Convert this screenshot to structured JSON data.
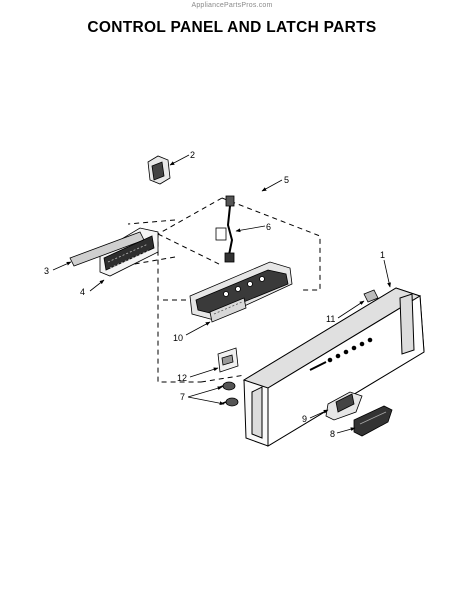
{
  "watermark": "AppliancePartsPros.com",
  "title": "CONTROL PANEL AND LATCH PARTS",
  "callouts": [
    "2",
    "5",
    "6",
    "3",
    "4",
    "1",
    "11",
    "10",
    "12",
    "7",
    "9",
    "8"
  ]
}
